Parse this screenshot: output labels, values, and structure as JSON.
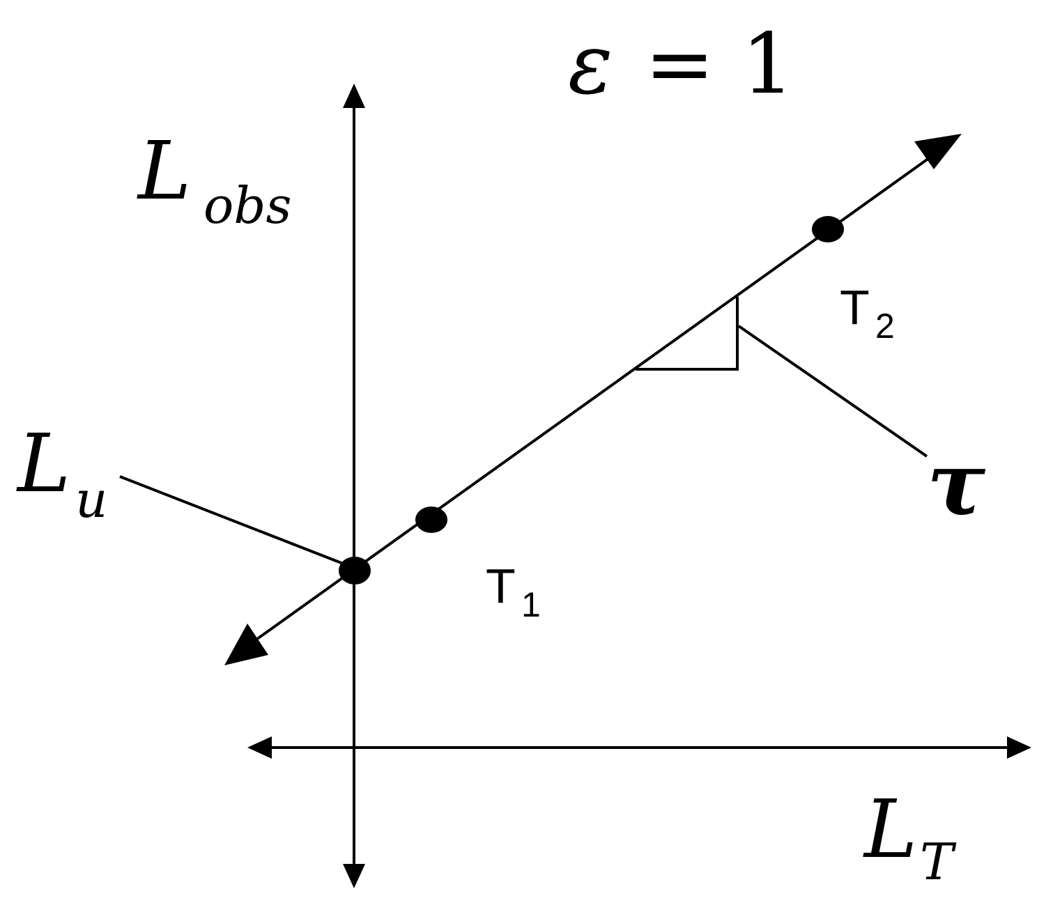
{
  "title": {
    "epsilon": "ε",
    "equals": "= 1"
  },
  "y_axis_label": {
    "main": "L",
    "sub": "obs"
  },
  "x_axis_label": {
    "main": "L",
    "sub": "T"
  },
  "intercept_label": {
    "main": "L",
    "sub": "u"
  },
  "slope_label": "τ",
  "points": [
    {
      "main": "T",
      "sub": "1"
    },
    {
      "main": "T",
      "sub": "2"
    }
  ],
  "colors": {
    "ink": "#000000",
    "background": "#ffffff"
  }
}
